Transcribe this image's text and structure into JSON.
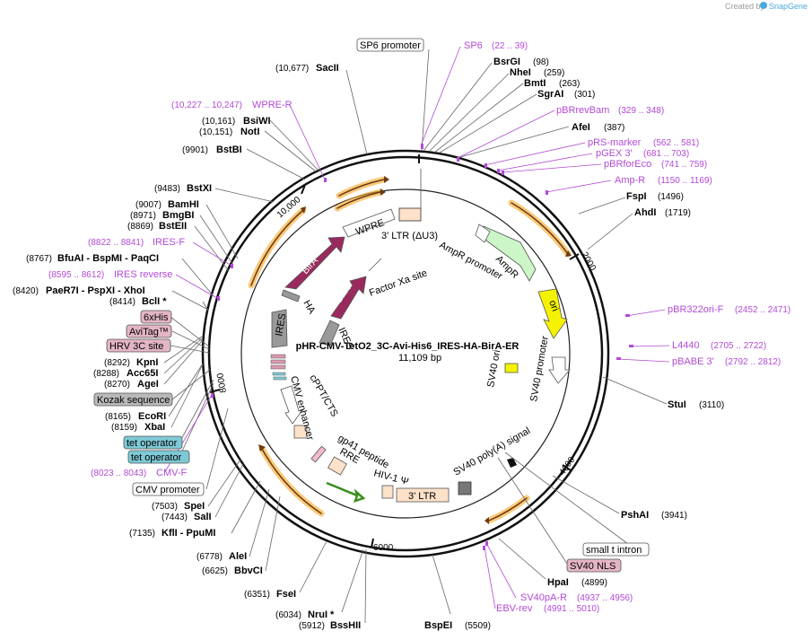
{
  "watermark": {
    "created_by": "Created by",
    "brand": "SnapGene"
  },
  "plasmid": {
    "name": "pHR-CMV-TetO2_3C-Avi-His6_IRES-HA-BirA-ER",
    "length": "11,109 bp"
  },
  "tick_labels": [
    "10,000",
    "2000",
    "4000",
    "6000",
    "8000"
  ],
  "enzymes": [
    {
      "name": "SacII",
      "pos": "(10,677)"
    },
    {
      "name": "BsrGI",
      "pos": "(98)"
    },
    {
      "name": "NheI",
      "pos": "(259)"
    },
    {
      "name": "BmtI",
      "pos": "(263)"
    },
    {
      "name": "SgrAI",
      "pos": "(301)"
    },
    {
      "name": "AfeI",
      "pos": "(387)"
    },
    {
      "name": "BsiWI",
      "pos": "(10,161)"
    },
    {
      "name": "NotI",
      "pos": "(10,151)"
    },
    {
      "name": "BstBI",
      "pos": "(9901)"
    },
    {
      "name": "BstXI",
      "pos": "(9483)"
    },
    {
      "name": "BamHI",
      "pos": "(9007)"
    },
    {
      "name": "BmgBI",
      "pos": "(8971)"
    },
    {
      "name": "BstEII",
      "pos": "(8869)"
    },
    {
      "name": "BfuAI  - BspMI  - PaqCI",
      "pos": "(8767)"
    },
    {
      "name": "PaeR7I  - PspXI  - XhoI",
      "pos": "(8420)"
    },
    {
      "name": "BclI *",
      "pos": "(8414)"
    },
    {
      "name": "KpnI",
      "pos": "(8292)"
    },
    {
      "name": "Acc65I",
      "pos": "(8288)"
    },
    {
      "name": "AgeI",
      "pos": "(8270)"
    },
    {
      "name": "EcoRI",
      "pos": "(8165)"
    },
    {
      "name": "XbaI",
      "pos": "(8159)"
    },
    {
      "name": "SpeI",
      "pos": "(7503)"
    },
    {
      "name": "SalI",
      "pos": "(7443)"
    },
    {
      "name": "KflI  - PpuMI",
      "pos": "(7135)"
    },
    {
      "name": "AleI",
      "pos": "(6778)"
    },
    {
      "name": "BbvCI",
      "pos": "(6625)"
    },
    {
      "name": "FseI",
      "pos": "(6351)"
    },
    {
      "name": "NruI *",
      "pos": "(6034)"
    },
    {
      "name": "BssHII",
      "pos": "(5912)"
    },
    {
      "name": "BspEI",
      "pos": "(5509)"
    },
    {
      "name": "HpaI",
      "pos": "(4899)"
    },
    {
      "name": "PshAI",
      "pos": "(3941)"
    },
    {
      "name": "StuI",
      "pos": "(3110)"
    },
    {
      "name": "AhdI",
      "pos": "(1719)"
    },
    {
      "name": "FspI",
      "pos": "(1496)"
    }
  ],
  "primers": [
    {
      "name": "SP6",
      "range": "(22 .. 39)"
    },
    {
      "name": "WPRE-R",
      "range": "(10,227 .. 10,247)"
    },
    {
      "name": "pBRrevBam",
      "range": "(329 .. 348)"
    },
    {
      "name": "pRS-marker",
      "range": "(562 .. 581)"
    },
    {
      "name": "pGEX 3'",
      "range": "(681 .. 703)"
    },
    {
      "name": "pBRforEco",
      "range": "(741 .. 759)"
    },
    {
      "name": "Amp-R",
      "range": "(1150 .. 1169)"
    },
    {
      "name": "IRES-F",
      "range": "(8822 .. 8841)"
    },
    {
      "name": "IRES reverse",
      "range": "(8595 .. 8612)"
    },
    {
      "name": "pBR322ori-F",
      "range": "(2452 .. 2471)"
    },
    {
      "name": "L4440",
      "range": "(2705 .. 2722)"
    },
    {
      "name": "pBABE 3'",
      "range": "(2792 .. 2812)"
    },
    {
      "name": "CMV-F",
      "range": "(8023 .. 8043)"
    },
    {
      "name": "SV40pA-R",
      "range": "(4937 .. 4956)"
    },
    {
      "name": "EBV-rev",
      "range": "(4991 .. 5010)"
    }
  ],
  "boxed_features": [
    {
      "name": "SP6 promoter",
      "style": "white"
    },
    {
      "name": "6xHis",
      "style": "pink"
    },
    {
      "name": "AviTag™",
      "style": "pink"
    },
    {
      "name": "HRV 3C site",
      "style": "pink"
    },
    {
      "name": "Kozak sequence",
      "style": "gray"
    },
    {
      "name": "tet operator",
      "style": "teal"
    },
    {
      "name": "tet operator",
      "style": "teal"
    },
    {
      "name": "CMV promoter",
      "style": "white"
    },
    {
      "name": "small t intron",
      "style": "white"
    },
    {
      "name": "SV40 NLS",
      "style": "pink"
    }
  ],
  "inner_features": [
    "3' LTR (ΔU3)",
    "WPRE",
    "AmpR promoter",
    "AmpR",
    "ori",
    "SV40 ori",
    "SV40 promoter",
    "SV40 poly(A) signal",
    "BirA",
    "BirA",
    "HA",
    "Factor Xa site",
    "IRES",
    "IRES",
    "CMV enhancer",
    "cPPT/CTS",
    "gp41 peptide",
    "RRE",
    "HIV-1 Ψ",
    "3' LTR"
  ],
  "colors": {
    "primer": "#b24ad6",
    "orf": "#9a2a5e",
    "amp": "#ccf5c8",
    "ori": "#f4f200",
    "ltr": "#fde1c9",
    "orange": "#f5a623"
  }
}
